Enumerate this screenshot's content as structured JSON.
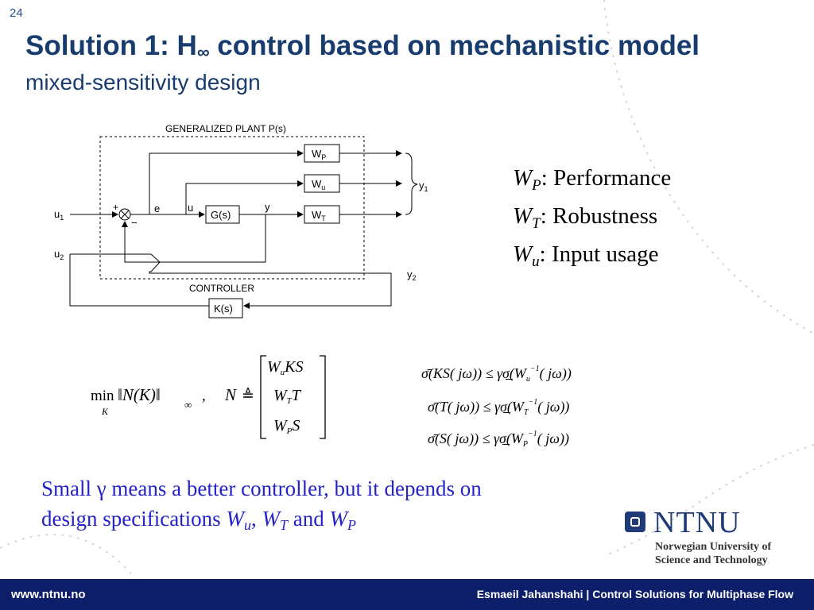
{
  "slide": {
    "page_number": "24",
    "title_main": "Solution 1: H",
    "title_sub": "∞",
    "title_rest": " control based on mechanistic model",
    "subtitle": "mixed-sensitivity design"
  },
  "diagram": {
    "plant_label": "GENERALIZED PLANT    P(s)",
    "controller_label": "CONTROLLER",
    "blocks": {
      "wp": "W",
      "wp_sub": "P",
      "wu": "W",
      "wu_sub": "u",
      "wt": "W",
      "wt_sub": "T",
      "g": "G(s)",
      "k": "K(s)"
    },
    "signals": {
      "u1": "u",
      "u1_sub": "1",
      "u2": "u",
      "u2_sub": "2",
      "y1": "y",
      "y1_sub": "1",
      "y2": "y",
      "y2_sub": "2",
      "e": "e",
      "u": "u",
      "y": "y",
      "plus": "+",
      "minus": "−"
    }
  },
  "weights": [
    {
      "symbol": "W",
      "sub": "P",
      "desc": ": Performance"
    },
    {
      "symbol": "W",
      "sub": "T",
      "desc": ": Robustness"
    },
    {
      "symbol": "W",
      "sub": "u",
      "desc": ": Input usage"
    }
  ],
  "formula": {
    "min": "min",
    "min_sub": "K",
    "norm": "‖N(K)‖",
    "norm_sub": "∞",
    "comma": ",",
    "n": "N",
    "n_def": "≜",
    "matrix": [
      {
        "w": "W",
        "sub": "u",
        "rest": "KS"
      },
      {
        "w": "W",
        "sub": "T",
        "rest": "T"
      },
      {
        "w": "W",
        "sub": "P",
        "rest": "S"
      }
    ],
    "bounds": [
      {
        "lhs": "σ̄(KS( jω)) ≤ γσ̲(W",
        "sub": "u",
        "sup": "−1",
        "rhs": "( jω))"
      },
      {
        "lhs": "σ̄(T( jω)) ≤ γσ̲(W",
        "sub": "T",
        "sup": "−1",
        "rhs": "( jω))"
      },
      {
        "lhs": "σ̄(S( jω)) ≤ γσ̲(W",
        "sub": "P",
        "sup": "−1",
        "rhs": "( jω))"
      }
    ]
  },
  "note": {
    "line1": "Small γ means a better controller, but it depends on",
    "line2_a": "design specifications ",
    "w": "W",
    "s1": "u",
    "c1": ", ",
    "s2": "T",
    "and": " and ",
    "s3": "P"
  },
  "logo": {
    "word": "NTNU",
    "sub1": "Norwegian University of",
    "sub2": "Science and Technology"
  },
  "footer": {
    "url": "www.ntnu.no",
    "right": "Esmaeil Jahanshahi  |  Control Solutions for Multiphase Flow"
  },
  "colors": {
    "title": "#183c6e",
    "note": "#2323c8",
    "footer_bg": "#0d1e6b",
    "logo": "#1f3a77"
  }
}
